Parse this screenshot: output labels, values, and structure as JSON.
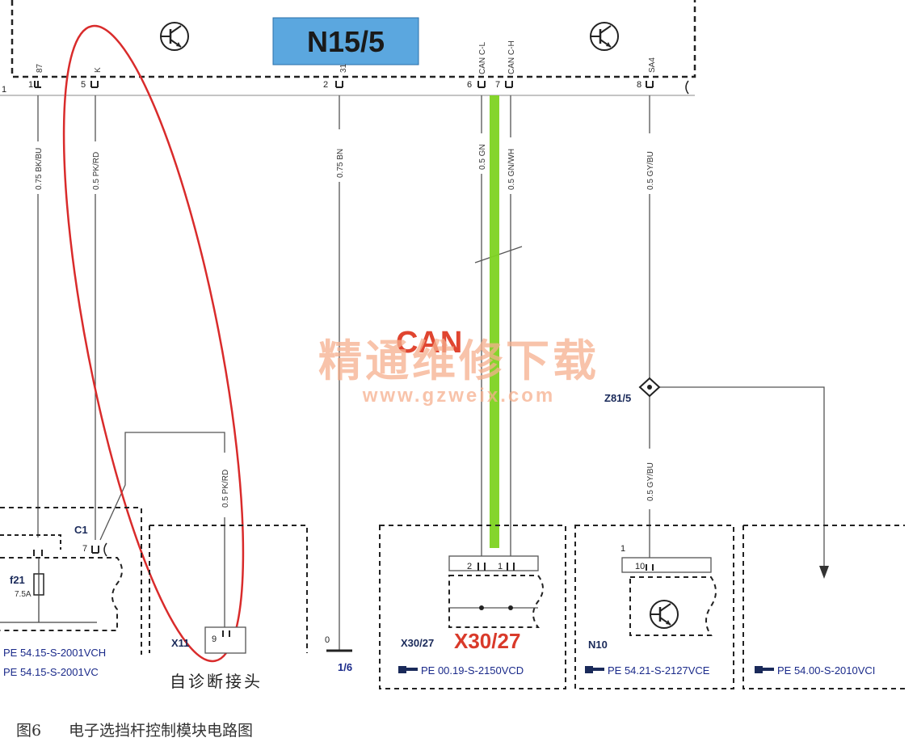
{
  "module": {
    "name": "N15/5",
    "box_color": "#5ba7df"
  },
  "pins": [
    {
      "num": "1",
      "signal": "87"
    },
    {
      "num": "5",
      "signal": "K"
    },
    {
      "num": "2",
      "signal": "31"
    },
    {
      "num": "6",
      "signal": "CAN C-L"
    },
    {
      "num": "7",
      "signal": "CAN C-H"
    },
    {
      "num": "8",
      "signal": "SA4"
    }
  ],
  "wires": [
    {
      "label": "0.75 BK/BU"
    },
    {
      "label": "0.5 PK/RD"
    },
    {
      "label": "0.75 BN"
    },
    {
      "label": "0.5 GN"
    },
    {
      "label": "0.5 GN/WH"
    },
    {
      "label": "0.5 GY/BU"
    },
    {
      "label": "0.5 PK/RD"
    },
    {
      "label": "0.5 GY/BU"
    }
  ],
  "can_label": "CAN",
  "can_color": "#e04530",
  "can_highlight_color": "#7ed321",
  "circle_color": "#d92b2b",
  "watermark": {
    "line1": "精通维修下载",
    "line2": "www.gzweix.com",
    "color": "#f6b08e"
  },
  "splice": {
    "name": "Z81/5"
  },
  "fuse": {
    "name": "f21",
    "rating": "7.5A"
  },
  "connectors": {
    "c1": "C1",
    "c1_pin": "7",
    "x11": "X11",
    "x11_pin": "9",
    "x11_caption": "自诊断接头",
    "ground": "0",
    "ground_ref": "1/6",
    "x30": "X30/27",
    "x30_big": "X30/27",
    "x30_pin_a": "2",
    "x30_pin_b": "1",
    "n10": "N10",
    "n10_pin": "10",
    "n10_top": "1"
  },
  "refs": {
    "pe1": "PE 54.15-S-2001VCH",
    "pe2": "PE 54.15-S-2001VC",
    "pe3": "PE 00.19-S-2150VCD",
    "pe4": "PE 54.21-S-2127VCE",
    "pe5": "PE 54.00-S-2010VCI"
  },
  "caption": {
    "fig": "图6",
    "text": "电子选挡杆控制模块电路图"
  }
}
